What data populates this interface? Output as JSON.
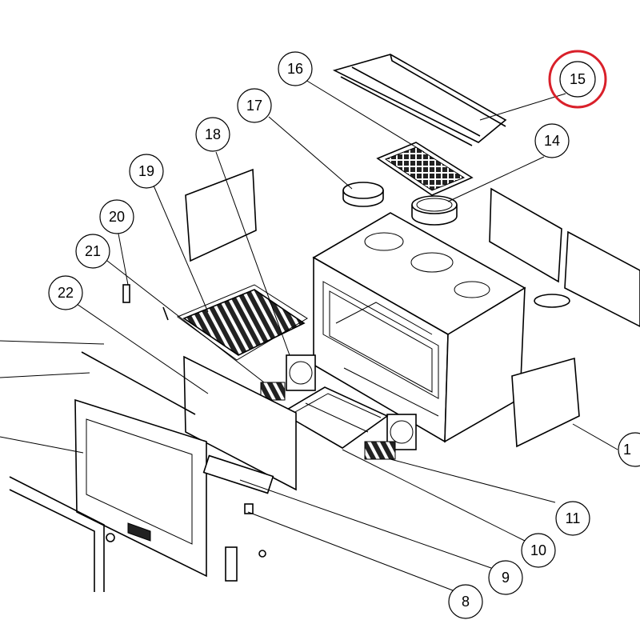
{
  "diagram": {
    "callouts": [
      {
        "id": "15",
        "label": "15",
        "highlighted": true
      },
      {
        "id": "16",
        "label": "16"
      },
      {
        "id": "17",
        "label": "17"
      },
      {
        "id": "18",
        "label": "18"
      },
      {
        "id": "14",
        "label": "14"
      },
      {
        "id": "19",
        "label": "19"
      },
      {
        "id": "20",
        "label": "20"
      },
      {
        "id": "21",
        "label": "21"
      },
      {
        "id": "22",
        "label": "22"
      },
      {
        "id": "1",
        "label": "1"
      },
      {
        "id": "11",
        "label": "11"
      },
      {
        "id": "10",
        "label": "10"
      },
      {
        "id": "9",
        "label": "9"
      },
      {
        "id": "8",
        "label": "8"
      }
    ],
    "highlight_color": "#d9202a",
    "line_color": "#000000"
  }
}
